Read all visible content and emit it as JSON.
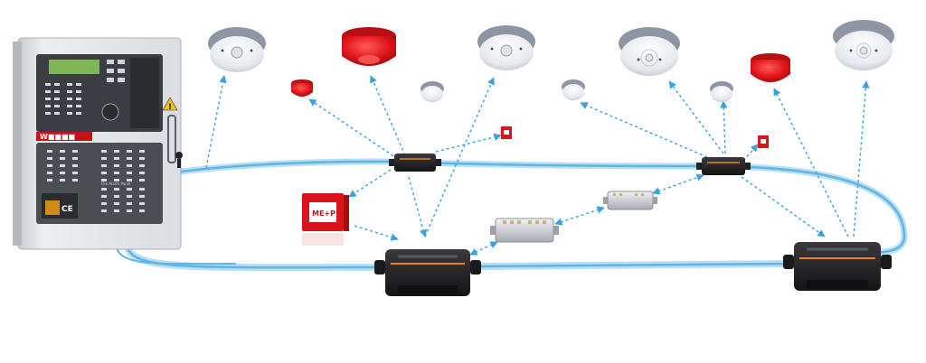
{
  "panel": {
    "brand_text": "W■■■■",
    "caption_text": "Fire Alarm Panel",
    "ce_mark": "CE",
    "warning_symbol": "!"
  },
  "call_point": {
    "text": "ME+P"
  },
  "colors": {
    "loop_cable": "#7cc4ec",
    "link_arrow": "#3aa2dc",
    "sounder_red": "#e0141a",
    "detector_white": "#eceef2",
    "detector_grey": "#8e96a4",
    "module_black": "#1c1c1e",
    "module_orange": "#e8861c",
    "panel_body": "#e6e8eb",
    "panel_dark": "#3a3d42",
    "lcd_green": "#7fb552"
  },
  "icons": [
    "fire-alarm-panel-icon",
    "smoke-detector-icon",
    "sounder-icon",
    "manual-call-point-icon",
    "loop-module-icon",
    "isolator-icon"
  ]
}
